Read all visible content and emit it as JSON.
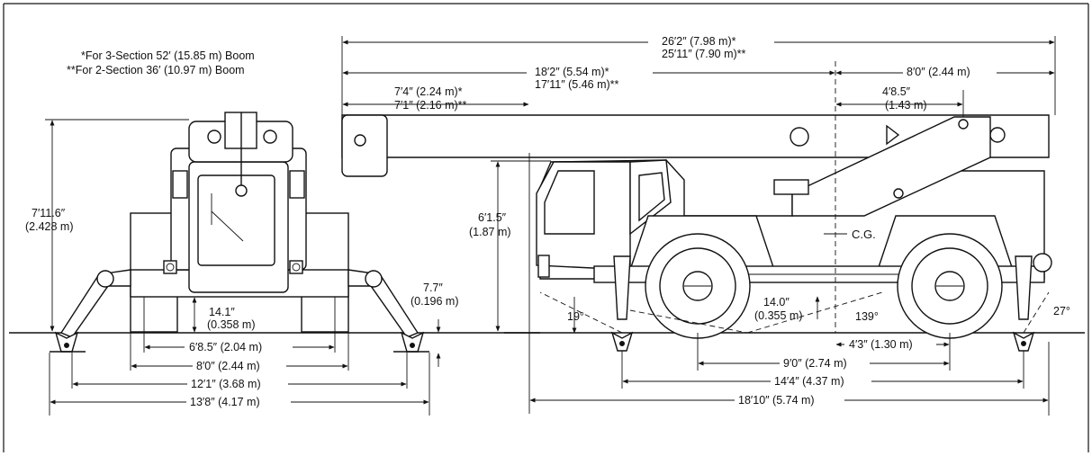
{
  "notes": {
    "three_section": "*For 3-Section 52′ (15.85 m) Boom",
    "two_section": "**For 2-Section 36′ (10.97 m) Boom"
  },
  "front_view": {
    "overall_height": [
      "7′11.6″",
      "(2.428 m)"
    ],
    "ground_clearance": [
      "14.1″",
      "(0.358 m)"
    ],
    "tire_track": "6′8.5″ (2.04 m)",
    "overall_width": "8′0″ (2.44 m)",
    "outrigger_spread_inner": "12′1″ (3.68 m)",
    "outrigger_spread_outer": "13′8″ (4.17 m)",
    "pad_clearance": [
      "7.7″",
      "(0.196 m)"
    ]
  },
  "side_view": {
    "overall_length": [
      "26′2″ (7.98 m)*",
      "25′11″ (7.90 m)**"
    ],
    "front_to_cg": [
      "18′2″ (5.54 m)*",
      "17′11″ (5.46 m)**"
    ],
    "cg_to_rear": "8′0″ (2.44 m)",
    "boom_overhang": [
      "7′4″ (2.24 m)*",
      "7′1″ (2.16 m)**"
    ],
    "boom_pivot": [
      "4′8.5″",
      "(1.43 m)"
    ],
    "cab_height": [
      "6′1.5″",
      "(1.87 m)"
    ],
    "cg_label": "C.G.",
    "approach_angle": "19°",
    "departure_angle": "27°",
    "breakover_angle": "139°",
    "ground_clearance": [
      "14.0″",
      "(0.355 m)"
    ],
    "cg_to_rear_axle": "4′3″ (1.30 m)",
    "wheelbase": "9′0″ (2.74 m)",
    "outrigger_spread": "14′4″ (4.37 m)",
    "outrigger_length": "18′10″ (5.74 m)"
  }
}
